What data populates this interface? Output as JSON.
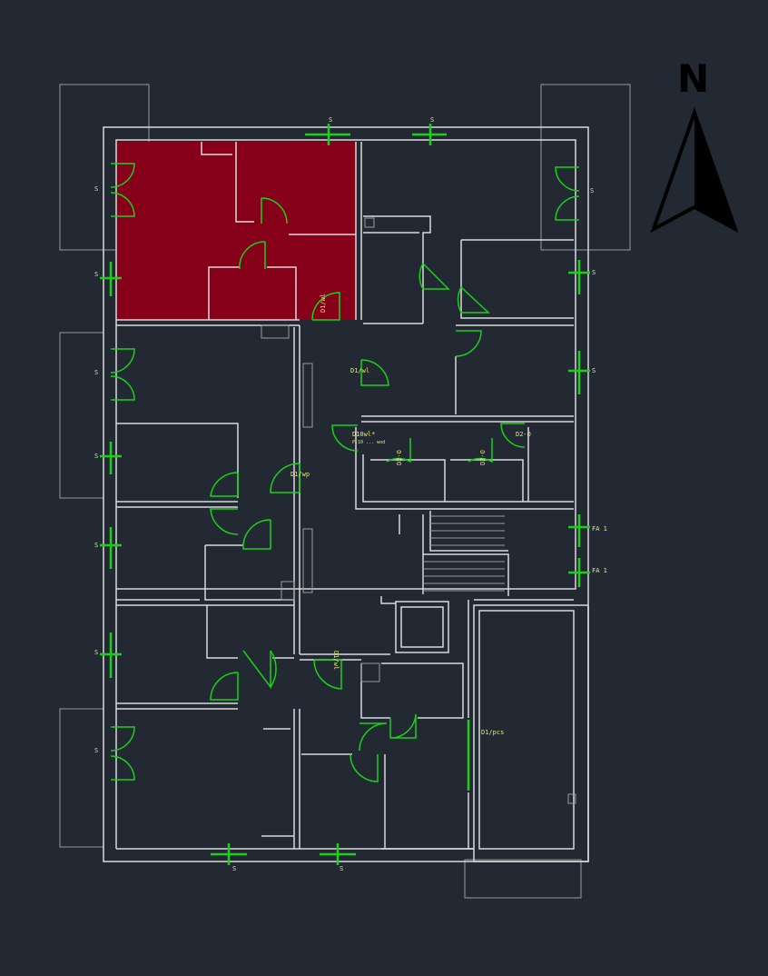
{
  "app": "floor-plan-viewer",
  "compass": {
    "letter": "N"
  },
  "colors": {
    "background": "#222933",
    "wall": "#d9d9d9",
    "highlight_unit": "#86001a",
    "door": "#19d119",
    "window": "#19d119",
    "label": "#e8e86a",
    "outline": "#9a9a9a",
    "north_arrow": "#000000"
  },
  "highlighted_unit": {
    "position": "north-west apartment"
  },
  "labels": {
    "window_s": "S",
    "door_d1_1": "D1/wl",
    "door_d1_2": "D1/wl",
    "door_d10": "D10wl*",
    "door_d10_sub": "P.10 ... wod",
    "door_d2_1": "D2-O",
    "door_d2_2": "D2-O",
    "door_d2_3": "D2-O",
    "door_d1_3": "D1/wp",
    "door_d1_4": "D1/wl",
    "fa1": "FA 1",
    "fa2": "FA 1",
    "balcony_door": "D1/pcs",
    "s_left_1": "S",
    "s_left_2": "S",
    "s_right_1": "S",
    "s_right_2": "S",
    "s_right_3": "S",
    "s_bottom_1": "S",
    "s_bottom_2": "S",
    "s_left_3": "S",
    "s_left_4": "S",
    "s_left_5": "S",
    "s_left_6": "S",
    "s_left_7": "S"
  }
}
